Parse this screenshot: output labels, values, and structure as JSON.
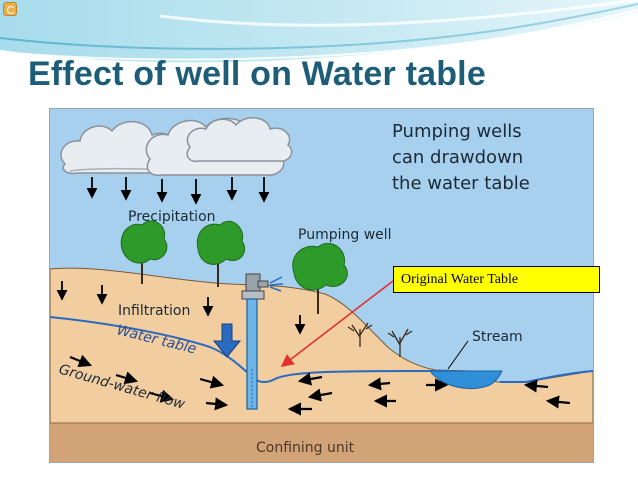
{
  "slide": {
    "title": "Effect of well on Water table"
  },
  "diagram": {
    "heading_lines": [
      "Pumping wells",
      "can drawdown",
      "the water table"
    ],
    "labels": {
      "precipitation": "Precipitation",
      "pumping_well": "Pumping well",
      "infiltration": "Infiltration",
      "water_table": "Water table",
      "ground_water_flow": "Ground-water flow",
      "stream": "Stream",
      "confining_unit": "Confining unit"
    }
  },
  "callout": {
    "label": "Original Water Table"
  },
  "colors": {
    "title": "#1e5d78",
    "sky": "#a6d0ee",
    "soil": "#f1cda0",
    "confining": "#d3a378",
    "water_table": "#2a6bc0",
    "stream": "#2f8fd8",
    "callout_fill": "#ffff00",
    "callout_arrow": "#e53030",
    "tree": "#2e9a2a"
  },
  "icons": [
    "cloud-icon",
    "tree-icon",
    "pump-icon",
    "down-arrow-icon",
    "bush-icon"
  ]
}
